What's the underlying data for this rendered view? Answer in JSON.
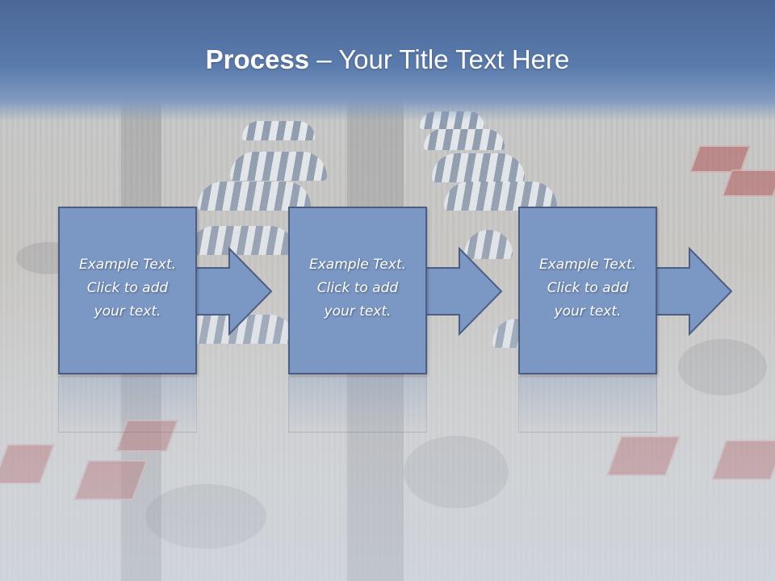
{
  "title": {
    "bold": "Process",
    "rest": " – Your Title Text Here"
  },
  "steps": [
    {
      "text": "Example Text.\nClick  to add\nyour text."
    },
    {
      "text": "Example Text.\nClick  to add\nyour text."
    },
    {
      "text": "Example Text.\nClick  to add\nyour text."
    }
  ],
  "colors": {
    "title_band": "#5a7bad",
    "box_fill": "#7b97c4",
    "box_border": "#4c5f82",
    "text": "#ffffff"
  },
  "icons": {
    "connector": "right-arrow-icon"
  }
}
